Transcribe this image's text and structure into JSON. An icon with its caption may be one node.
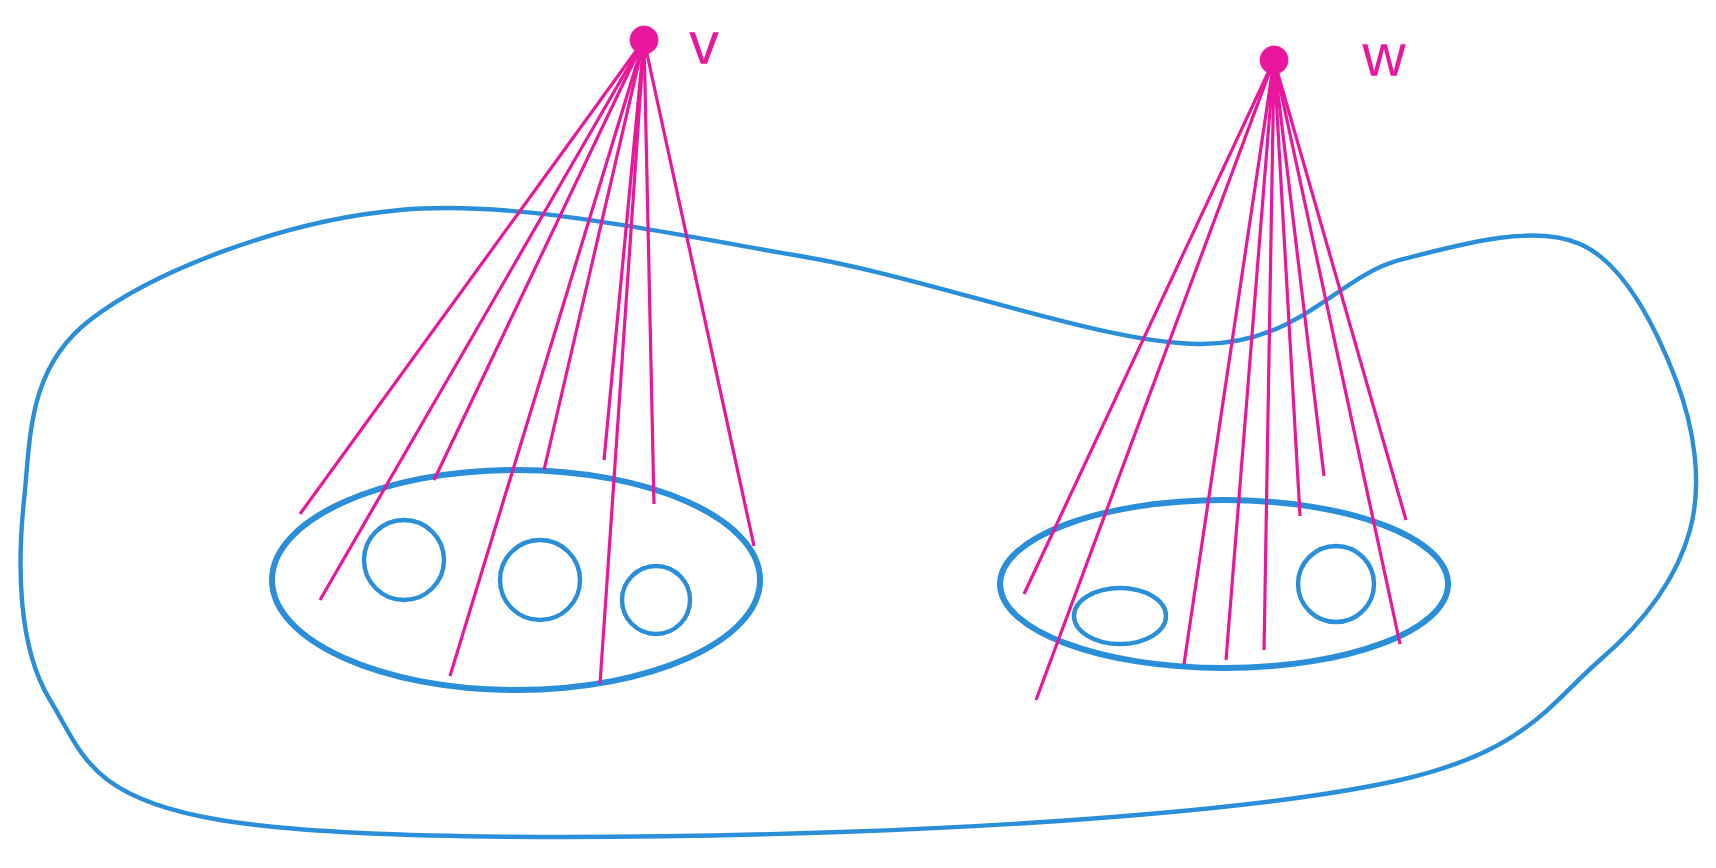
{
  "diagram": {
    "nodes": [
      {
        "text": [],
        "shape": "ellipse"
      },
      {
        "text": [],
        "shape": "ellipse",
        "in": 0
      },
      {
        "text": [],
        "shape": "circle",
        "in": 1
      },
      {
        "text": [],
        "shape": "circle",
        "in": 1
      },
      {
        "text": [],
        "shape": "circle",
        "in": 1
      },
      {
        "text": [],
        "shape": "ellipse",
        "in": 0
      },
      {
        "text": [],
        "shape": "ellipse",
        "in": 5
      },
      {
        "text": [],
        "shape": "circle",
        "in": 5
      },
      {
        "text": [],
        "shape": "circle",
        "beside": [
          "v"
        ]
      },
      {
        "text": [],
        "shape": "circle",
        "beside": [
          "w"
        ]
      }
    ],
    "edges": [
      {
        "from": 8,
        "to": 1,
        "arrow": "none"
      },
      {
        "from": 8,
        "to": 1,
        "arrow": "none"
      },
      {
        "from": 8,
        "to": 1,
        "arrow": "none"
      },
      {
        "from": 8,
        "to": 1,
        "arrow": "none"
      },
      {
        "from": 8,
        "to": 1,
        "arrow": "none"
      },
      {
        "from": 8,
        "to": 1,
        "arrow": "none"
      },
      {
        "from": 8,
        "to": 1,
        "arrow": "none"
      },
      {
        "from": 8,
        "to": 1,
        "arrow": "none"
      },
      {
        "from": 8,
        "to": 1,
        "arrow": "none"
      },
      {
        "from": 9,
        "to": 5,
        "arrow": "none"
      },
      {
        "from": 9,
        "to": 5,
        "arrow": "none"
      },
      {
        "from": 9,
        "to": 5,
        "arrow": "none"
      },
      {
        "from": 9,
        "to": 5,
        "arrow": "none"
      },
      {
        "from": 9,
        "to": 5,
        "arrow": "none"
      },
      {
        "from": 9,
        "to": 5,
        "arrow": "none"
      },
      {
        "from": 9,
        "to": 5,
        "arrow": "none"
      },
      {
        "from": 9,
        "to": 5,
        "arrow": "none"
      },
      {
        "from": 9,
        "to": 5,
        "arrow": "none"
      }
    ]
  }
}
